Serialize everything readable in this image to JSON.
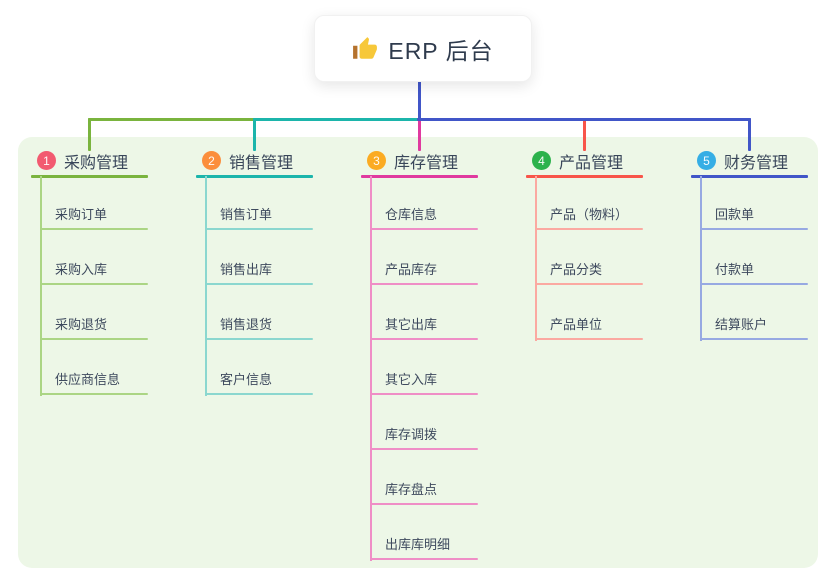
{
  "root": {
    "label": "ERP 后台",
    "icon": "thumbs-up-icon",
    "stem_color": "#4156c8",
    "thumb_hand_color": "#f7c839",
    "thumb_cuff_color": "#b5722d"
  },
  "canvas": {
    "panel_bg": "#edf7e7",
    "page_bg": "#ffffff"
  },
  "branches": [
    {
      "number": "1",
      "label": "采购管理",
      "badge_color": "#f25a70",
      "line_color": "#7ab43e",
      "light_color": "#abd584",
      "children": [
        "采购订单",
        "采购入库",
        "采购退货",
        "供应商信息"
      ]
    },
    {
      "number": "2",
      "label": "销售管理",
      "badge_color": "#fb8e3c",
      "line_color": "#1cb5ab",
      "light_color": "#8bd7cf",
      "children": [
        "销售订单",
        "销售出库",
        "销售退货",
        "客户信息"
      ]
    },
    {
      "number": "3",
      "label": "库存管理",
      "badge_color": "#fbab22",
      "line_color": "#e03a9f",
      "light_color": "#ef8ec6",
      "children": [
        "仓库信息",
        "产品库存",
        "其它出库",
        "其它入库",
        "库存调拨",
        "库存盘点",
        "出库库明细"
      ]
    },
    {
      "number": "4",
      "label": "产品管理",
      "badge_color": "#2cb24c",
      "line_color": "#f8554a",
      "light_color": "#fba9a1",
      "children": [
        "产品（物料）",
        "产品分类",
        "产品单位"
      ]
    },
    {
      "number": "5",
      "label": "财务管理",
      "badge_color": "#35aee5",
      "line_color": "#4156c8",
      "light_color": "#97a9e2",
      "children": [
        "回款单",
        "付款单",
        "结算账户"
      ]
    }
  ]
}
